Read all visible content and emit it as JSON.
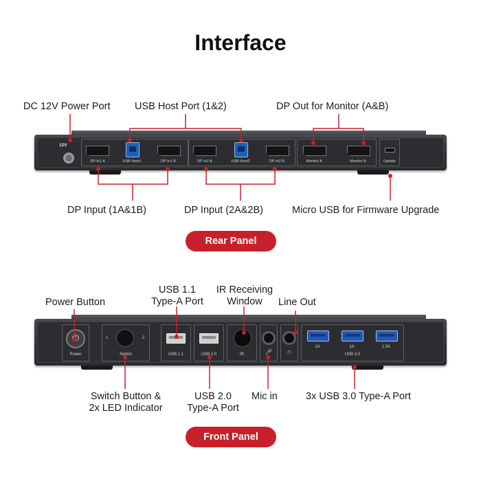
{
  "title": "Interface",
  "rear": {
    "labels": {
      "dc_power": "DC 12V Power Port",
      "usb_host": "USB Host Port (1&2)",
      "dp_out": "DP Out for Monitor (A&B)",
      "dp_input_1": "DP Input (1A&1B)",
      "dp_input_2": "DP Input (2A&2B)",
      "micro_usb": "Micro USB for Firmware Upgrade"
    },
    "panel_text": {
      "v12": "12V",
      "dp_in_1a": "DP In1 A",
      "usb_host1": "USB Host1",
      "dp_in_1b": "DP In1 B",
      "dp_in_2a": "DP In2 A",
      "usb_host2": "USB Host2",
      "dp_in_2b": "DP In2 B",
      "monitor_a": "Monitor A",
      "monitor_b": "Monitor B",
      "update": "Update"
    },
    "badge": "Rear Panel"
  },
  "front": {
    "labels": {
      "power_button": "Power Button",
      "usb11_l1": "USB 1.1",
      "usb11_l2": "Type-A Port",
      "ir_l1": "IR Receiving",
      "ir_l2": "Window",
      "line_out": "Line Out",
      "switch_l1": "Switch Button &",
      "switch_l2": "2x LED Indicator",
      "usb20_l1": "USB 2.0",
      "usb20_l2": "Type-A Port",
      "mic_in": "Mic in",
      "usb30": "3x USB 3.0 Type-A Port"
    },
    "panel_text": {
      "power": "Power",
      "switch": "Switch",
      "led1": "1",
      "led2": "2",
      "usb11": "USB 1.1",
      "usb20": "USB 2.0",
      "ir": "IR",
      "a1": "1A",
      "a2": "1A",
      "a3": "1.5A",
      "usb30": "USB 3.0"
    },
    "badge": "Front Panel"
  },
  "colors": {
    "accent": "#c8202a",
    "usb_blue": "#2358b5",
    "device": "#2c2d30"
  }
}
